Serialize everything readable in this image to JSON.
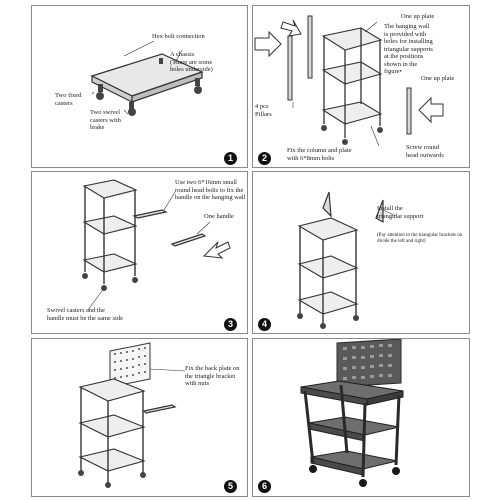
{
  "panels": [
    {
      "step": "1",
      "labels": {
        "hex_bolt": "Hex bolt connection",
        "chassis": "A chassis\n(There are some\nholes underside)",
        "fixed_casters": "Two fixed\ncasters",
        "swivel_casters": "Two swivel\ncasters with\nbrake"
      }
    },
    {
      "step": "2",
      "labels": {
        "one_up_plate_top": "One up plate",
        "hanging_wall": "The hanging wall\nis provided with\nholes for installing\ntriangular supports\nat the positions\nshown in the\nfigure•",
        "one_up_plate_right": "One up plate",
        "pillars": "4 pcs\nPillars",
        "fix_columns": "Fix the column and plate\nwith 6*8mm bolts",
        "screw_round": "Screw round\nhead outwards"
      }
    },
    {
      "step": "3",
      "labels": {
        "use_bolts": "Use two 6*16mm small\nround head bolts to fix the\nhandle on the hanging wall",
        "one_handle": "One handle",
        "same_side": "Swivel casters and the\nhandle must be the same side"
      }
    },
    {
      "step": "4",
      "labels": {
        "install_support": "Install the\ntriangular support",
        "pay_attention": "(Pay attention to the triangular brackets on\ndivide the left and right)"
      }
    },
    {
      "step": "5",
      "labels": {
        "fix_back": "Fix the back plate on\nthe triangle bracket\nwith nuts"
      }
    },
    {
      "step": "6",
      "labels": {}
    }
  ]
}
